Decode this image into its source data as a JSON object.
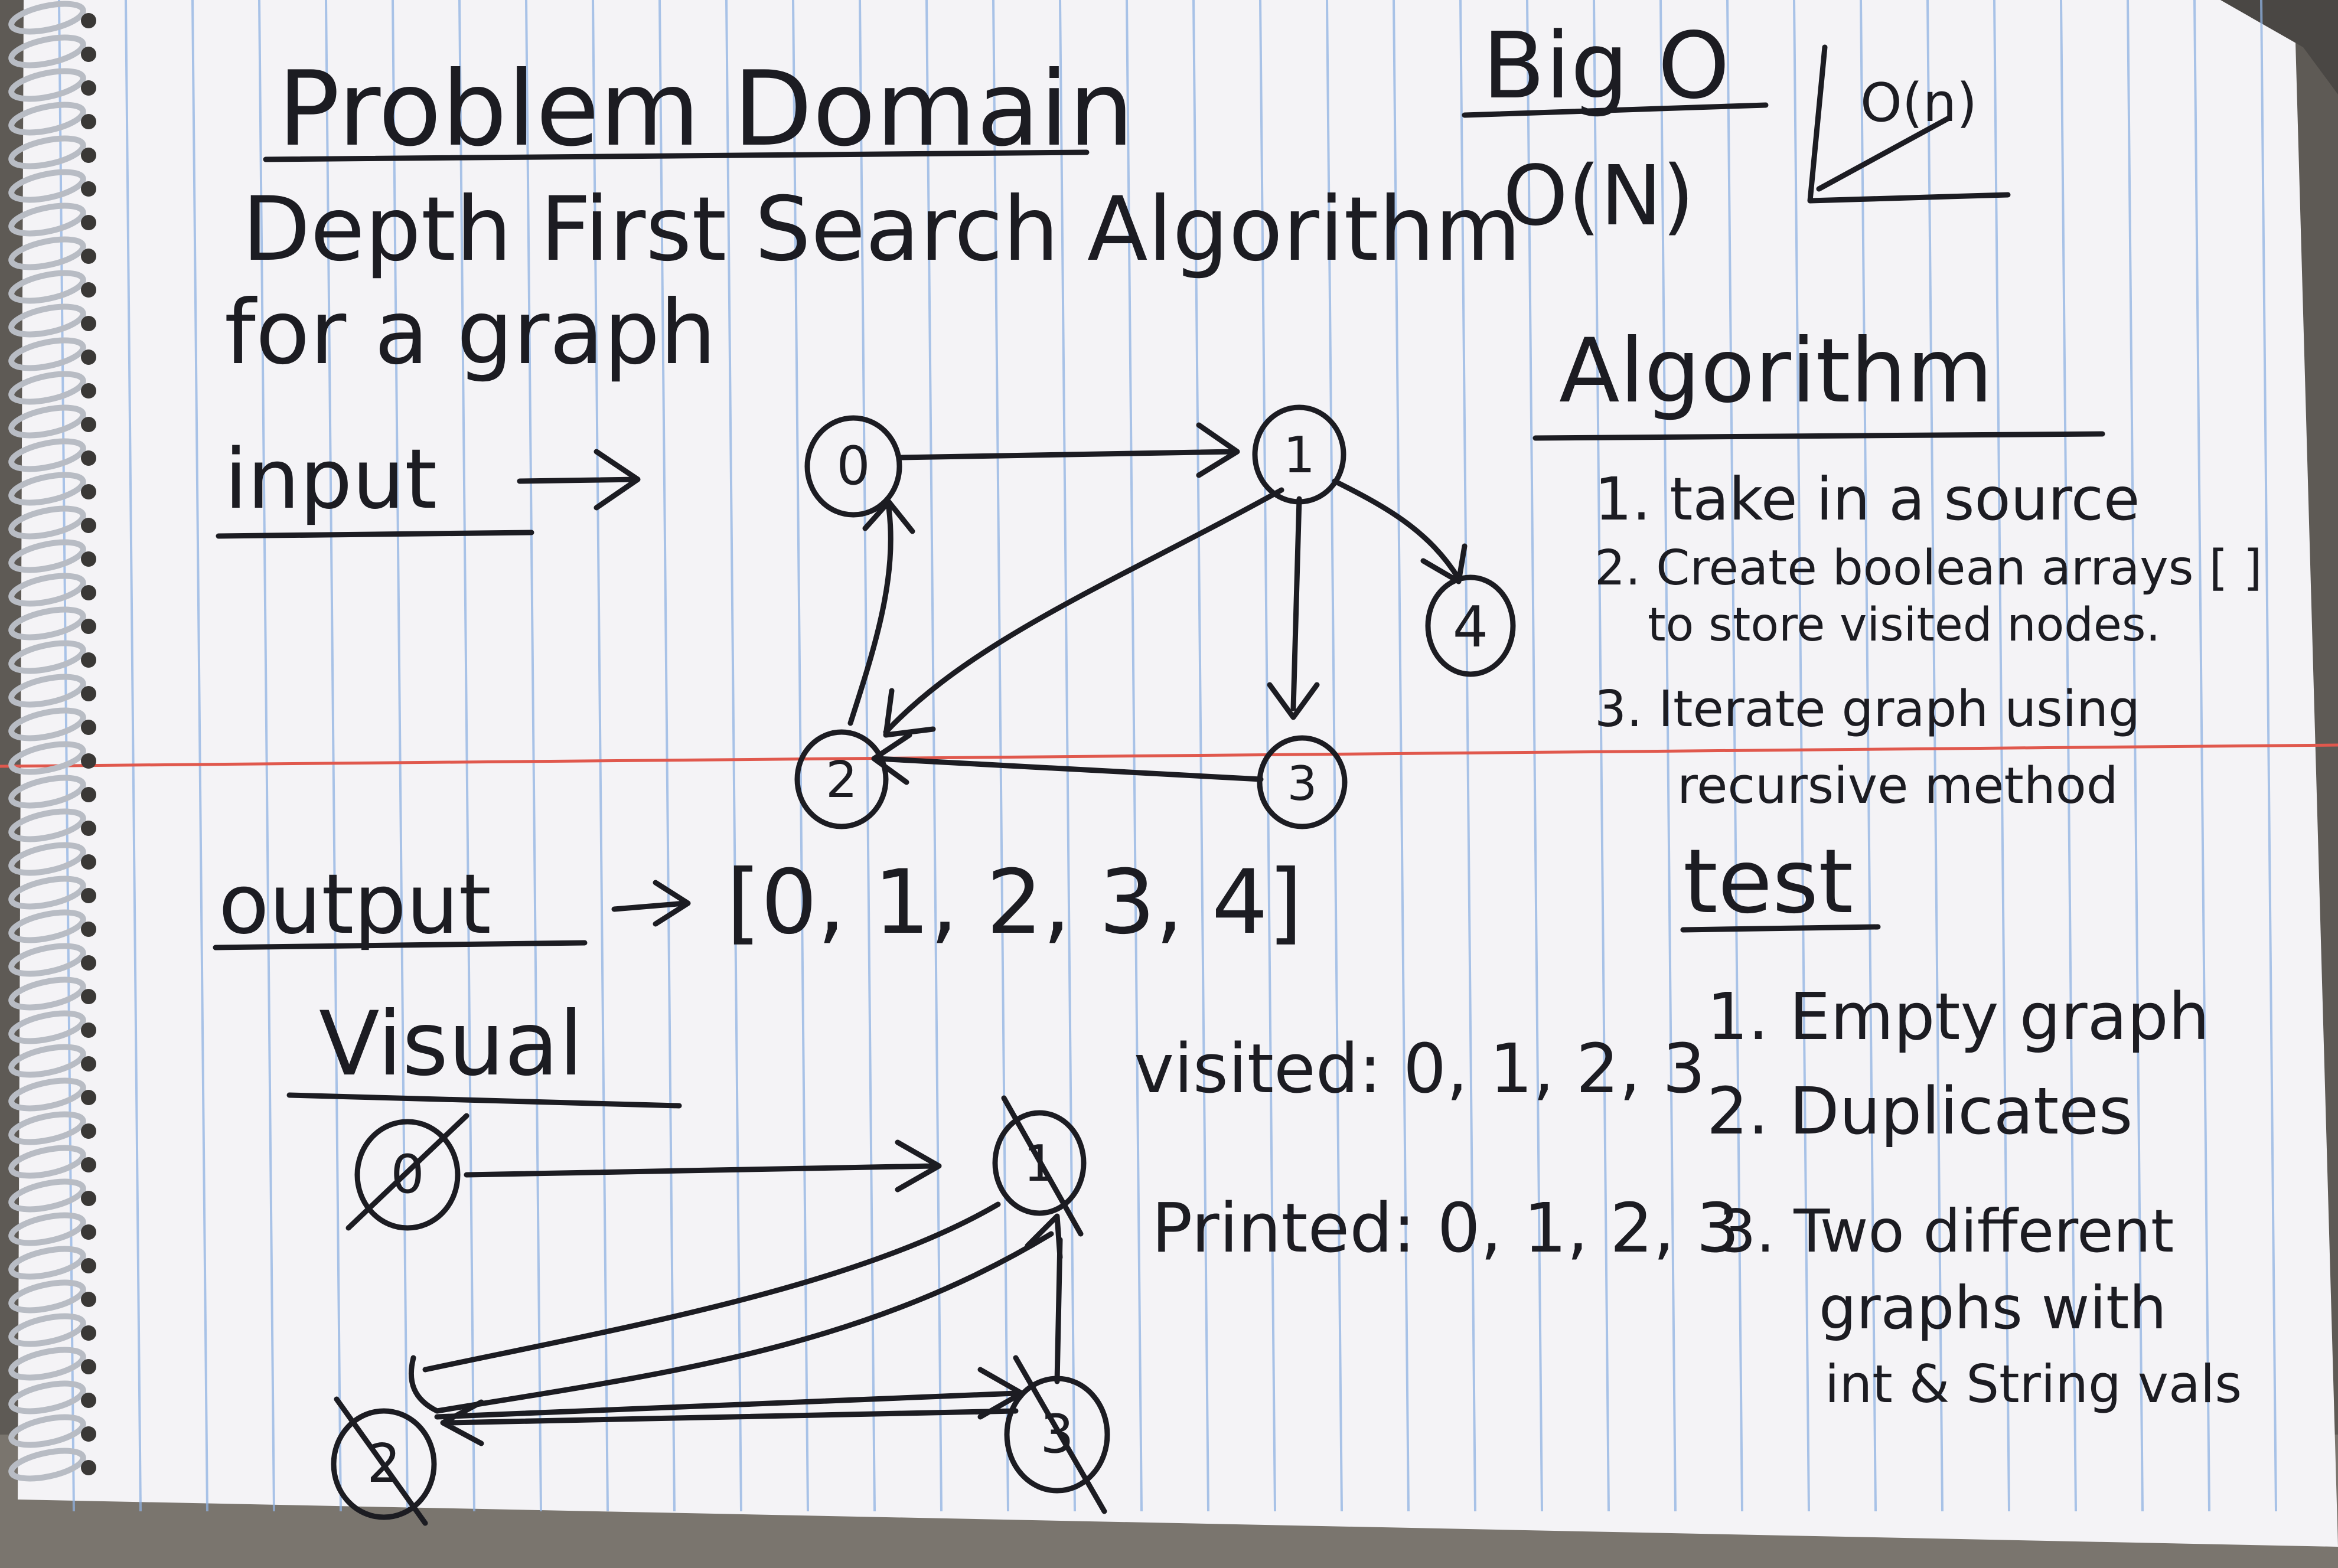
{
  "page": {
    "title": "Problem Domain",
    "description_line1": "Depth First Search Algorithm",
    "description_line2": "for a graph",
    "input_label": "input",
    "output_label": "output",
    "output_value": "[0, 1, 2, 3, 4]",
    "visual_label": "Visual"
  },
  "big_o": {
    "heading": "Big O",
    "value": "O(N)",
    "graph_label": "O(n)"
  },
  "algorithm": {
    "heading": "Algorithm",
    "steps": [
      "1. take in a source",
      "2. Create boolean arrays [ ]",
      "to store visited nodes.",
      "3. Iterate graph using",
      "recursive method"
    ]
  },
  "tests": {
    "heading": "test",
    "items": [
      "1. Empty graph",
      "2. Duplicates",
      "3. Two different",
      "graphs with",
      "int & String vals"
    ]
  },
  "graph": {
    "nodes": [
      "0",
      "1",
      "2",
      "3",
      "4"
    ]
  },
  "visual": {
    "visited": "visited: 0, 1, 2, 3",
    "printed": "Printed: 0, 1, 2, 3",
    "nodes": [
      "0",
      "1",
      "2",
      "3"
    ]
  },
  "colors": {
    "paper": "#f4f3f6",
    "rule_blue": "#8fb2e2",
    "margin_red": "#e0584d",
    "ink": "#1c1c22",
    "spiral": "#b8bcc4",
    "background": "#5e5a55"
  }
}
